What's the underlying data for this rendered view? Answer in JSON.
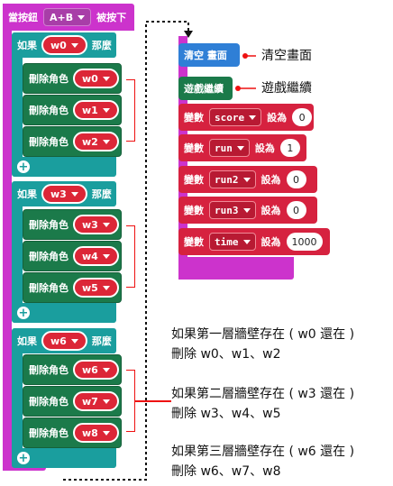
{
  "event_block": {
    "label": "當按鈕",
    "button": "A+B",
    "action": "被按下"
  },
  "if_blocks": [
    {
      "if_label": "如果",
      "sprite": "w0",
      "then_label": "那麼",
      "deletes": [
        {
          "label": "刪除角色",
          "sprite": "w0"
        },
        {
          "label": "刪除角色",
          "sprite": "w1"
        },
        {
          "label": "刪除角色",
          "sprite": "w2"
        }
      ]
    },
    {
      "if_label": "如果",
      "sprite": "w3",
      "then_label": "那麼",
      "deletes": [
        {
          "label": "刪除角色",
          "sprite": "w3"
        },
        {
          "label": "刪除角色",
          "sprite": "w4"
        },
        {
          "label": "刪除角色",
          "sprite": "w5"
        }
      ]
    },
    {
      "if_label": "如果",
      "sprite": "w6",
      "then_label": "那麼",
      "deletes": [
        {
          "label": "刪除角色",
          "sprite": "w6"
        },
        {
          "label": "刪除角色",
          "sprite": "w7"
        },
        {
          "label": "刪除角色",
          "sprite": "w8"
        }
      ]
    }
  ],
  "plus_glyph": "+",
  "right_stack": {
    "clear_screen": "清空 畫面",
    "continue_game": "遊戲繼續",
    "set_vars": [
      {
        "label": "變數",
        "var": "score",
        "set": "設為",
        "value": "0"
      },
      {
        "label": "變數",
        "var": "run",
        "set": "設為",
        "value": "1"
      },
      {
        "label": "變數",
        "var": "run2",
        "set": "設為",
        "value": "0"
      },
      {
        "label": "變數",
        "var": "run3",
        "set": "設為",
        "value": "0"
      },
      {
        "label": "變數",
        "var": "time",
        "set": "設為",
        "value": "1000"
      }
    ]
  },
  "annotations": {
    "clear_screen": "清空畫面",
    "continue_game": "遊戲繼續",
    "group1": [
      "如果第一層牆壁存在 ( w0 還在 )",
      "刪除 w0、w1、w2"
    ],
    "group2": [
      "如果第二層牆壁存在 ( w3 還在 )",
      "刪除 w3、w4、w5"
    ],
    "group3": [
      "如果第三層牆壁存在 ( w6 還在 )",
      "刪除 w6、w7、w8"
    ]
  },
  "colors": {
    "event": "#cc33cc",
    "if": "#1a9e9e",
    "delete": "#1b7a4a",
    "sprite_pill": "#dc2637",
    "clear": "#2f7fd6",
    "variable": "#d6223f",
    "annotation_marker": "#e11111"
  }
}
